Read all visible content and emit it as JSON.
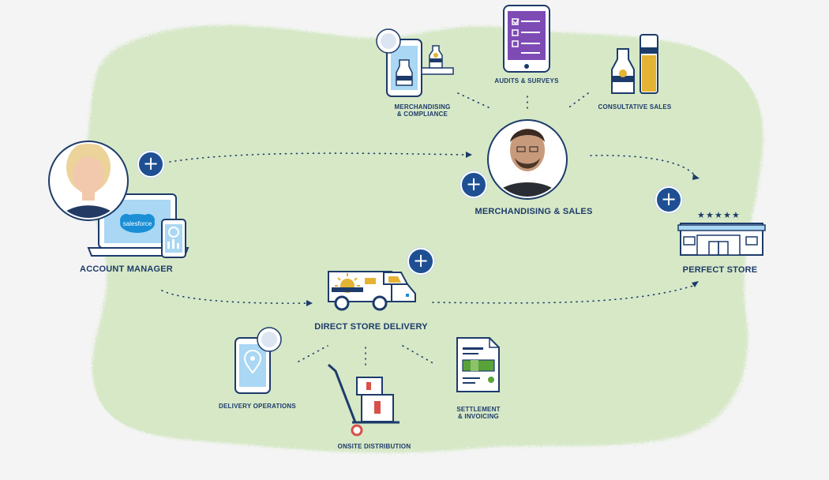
{
  "colors": {
    "background": "#f3f4f3",
    "blob": "#d6e8c6",
    "navy": "#1d3b6b",
    "accent_blue": "#1f4f93",
    "light_blue": "#a9d7f4",
    "purple": "#7e4bb5",
    "gold": "#e4b333",
    "green": "#5aa33a",
    "red": "#d8504a"
  },
  "nodes": {
    "account_manager": "ACCOUNT MANAGER",
    "merch_sales": "MERCHANDISING & SALES",
    "perfect_store": "PERFECT STORE",
    "dsd": "DIRECT STORE DELIVERY"
  },
  "subnodes": {
    "merch_compliance": "MERCHANDISING\n& COMPLIANCE",
    "audits": "AUDITS & SURVEYS",
    "consultative": "CONSULTATIVE SALES",
    "delivery_ops": "DELIVERY OPERATIONS",
    "onsite": "ONSITE DISTRIBUTION",
    "settlement": "SETTLEMENT\n& INVOICING"
  },
  "logo_text": "salesforce",
  "plus_glyph": "+",
  "store_rating_stars": 5
}
